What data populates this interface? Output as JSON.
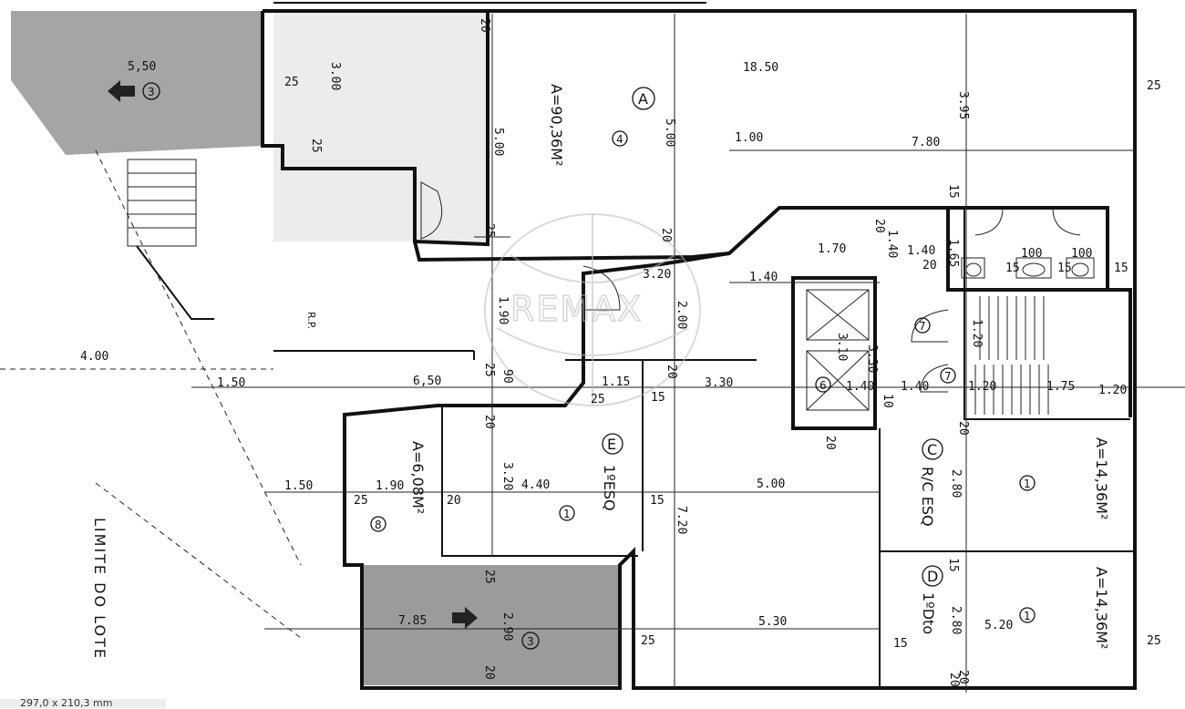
{
  "watermark": "REMAX",
  "rooms": {
    "A": {
      "letter": "A",
      "number": "4",
      "area": "A=90,36M²"
    },
    "C": {
      "letter": "C",
      "number": "1",
      "area": "A=14,36M²",
      "label": "R/C ESQ"
    },
    "D": {
      "letter": "D",
      "number": "1",
      "area": "A=14,36M²",
      "label": "1ºDto"
    },
    "E": {
      "letter": "E",
      "number": "1",
      "label": "1ºESQ"
    },
    "B": {
      "number": "8",
      "area": "A=6,08M²"
    },
    "terrace_top": {
      "number": "3"
    },
    "terrace_bottom": {
      "number": "3"
    },
    "stair_small": {
      "number": "7"
    },
    "stair_small2": {
      "number": "7"
    },
    "lift": {
      "number": "6"
    }
  },
  "side_label": "LIMITE DO LOTE",
  "rp_label": "R.P.",
  "dimensions": {
    "d_550": "5,50",
    "d_1850": "18.50",
    "d_25a": "25",
    "d_300": "3.00",
    "d_25b": "25",
    "d_20a": "20",
    "d_500a": "5.00",
    "d_500b": "5.00",
    "d_395": "3.95",
    "d_25c": "25",
    "d_100a": "1.00",
    "d_780": "7.80",
    "d_15a": "15",
    "d_20b": "20",
    "d_140a": "1.40",
    "d_170": "1.70",
    "d_140b": "1.40",
    "d_165": "1.65",
    "d_100b": "100",
    "d_100c": "100",
    "d_20c": "20",
    "d_15b": "15",
    "d_15c": "15",
    "d_15d": "15",
    "d_20d": "20",
    "d_25d": "25",
    "d_20e": "20",
    "d_320a": "3.20",
    "d_140c": "1.40",
    "d_190a": "1.90",
    "d_200": "2.00",
    "d_120a": "1.20",
    "d_400": "4.00",
    "d_150a": "1.50",
    "d_650": "6,50",
    "d_25e": "25",
    "d_90": "90",
    "d_115": "1.15",
    "d_20f": "20",
    "d_330a": "3.30",
    "d_310": "3.10",
    "d_140d": "1.40",
    "d_10": "10",
    "d_140e": "1.40",
    "d_20g": "20",
    "d_120b": "1.20",
    "d_175": "1.75",
    "d_120c": "1.20",
    "d_330b": "3.30",
    "d_25f": "25",
    "d_15e": "15",
    "d_20h": "20",
    "d_20i": "20",
    "d_150b": "1.50",
    "d_190b": "1.90",
    "d_25g": "25",
    "d_20j": "20",
    "d_320b": "3.20",
    "d_440": "4.40",
    "d_15f": "15",
    "d_500c": "5.00",
    "d_720": "7.20",
    "d_280a": "2.80",
    "d_785": "7.85",
    "d_25h": "25",
    "d_290": "2.90",
    "d_20k": "20",
    "d_25i": "25",
    "d_530": "5.30",
    "d_15g": "15",
    "d_280b": "2.80",
    "d_520": "5.20",
    "d_20l": "20",
    "d_25j": "25",
    "d_15h": "15",
    "d_20m": "20"
  },
  "caption": "297,0 x 210,3 mm"
}
